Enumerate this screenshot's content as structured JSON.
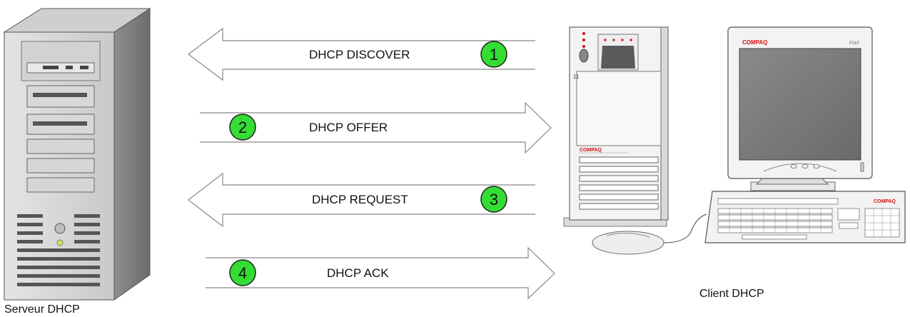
{
  "server": {
    "label": "Serveur DHCP",
    "icon": "server-tower-icon"
  },
  "client": {
    "label": "Client DHCP",
    "icon": "desktop-computer-icon",
    "brand": "COMPAQ",
    "monitor_tag": "P110"
  },
  "messages": [
    {
      "step": "1",
      "label": "DHCP DISCOVER",
      "direction": "to-server"
    },
    {
      "step": "2",
      "label": "DHCP OFFER",
      "direction": "to-client"
    },
    {
      "step": "3",
      "label": "DHCP REQUEST",
      "direction": "to-server"
    },
    {
      "step": "4",
      "label": "DHCP ACK",
      "direction": "to-client"
    }
  ],
  "colors": {
    "step_badge": "#33dd33",
    "arrow_stroke": "#888888",
    "brand_red": "#cc1111"
  }
}
